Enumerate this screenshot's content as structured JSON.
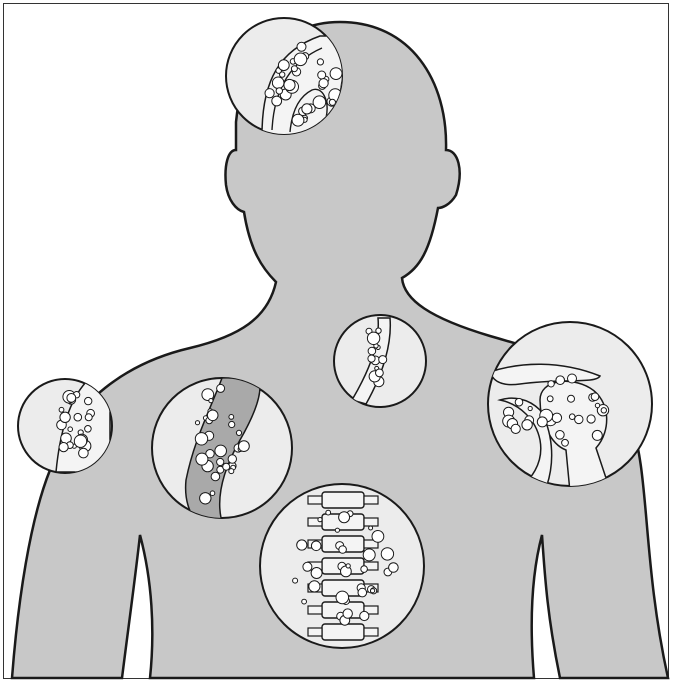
{
  "figure": {
    "body_fill": "#c8c8c8",
    "inset_fill": "#ececec",
    "outline_color": "#1a1a1a",
    "bubble_fill": "#ffffff",
    "bone_fill": "#f4f4f4",
    "insets": [
      {
        "id": "skull",
        "content": "bone-lesions-skull"
      },
      {
        "id": "sternum",
        "content": "bone-lesions-sternum"
      },
      {
        "id": "shoulder-joint",
        "content": "bone-lesions-shoulder-joint"
      },
      {
        "id": "humerus",
        "content": "bone-lesions-humerus"
      },
      {
        "id": "rib",
        "content": "bone-lesions-rib"
      },
      {
        "id": "spine",
        "content": "bone-lesions-spine"
      }
    ]
  }
}
